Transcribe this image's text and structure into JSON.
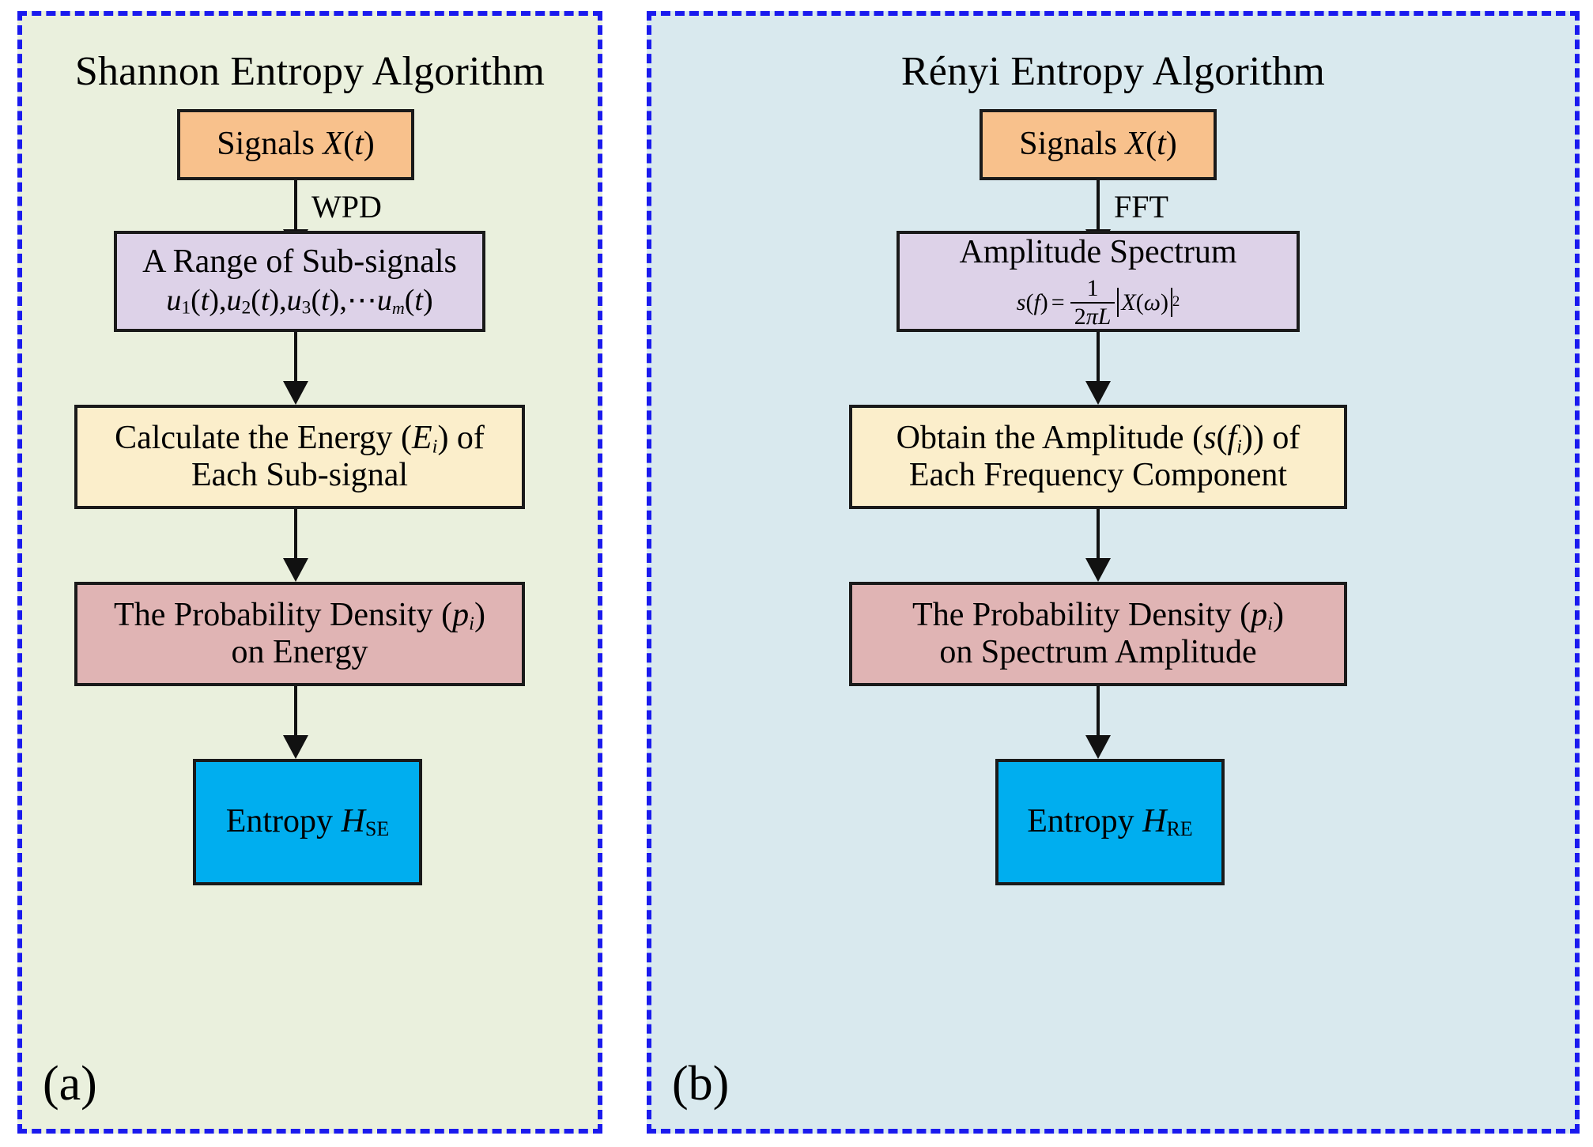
{
  "figure": {
    "type": "flowchart",
    "panels": [
      {
        "tag": "(a)",
        "title": "Shannon Entropy Algorithm",
        "background_color": "#eaf0dd",
        "border_color": "#1a1aee",
        "nodes": [
          {
            "id": "signals",
            "line1": "Signals",
            "math1": "X",
            "math2": "(t)",
            "color": "#f8c18c"
          },
          {
            "id": "subsignals",
            "line1": "A Range of Sub-signals",
            "formula": "u1(t),u2(t),u3(t),⋯um(t)",
            "color": "#ddd2e8"
          },
          {
            "id": "energy",
            "line1": "Calculate the Energy (Ei) of",
            "line2": "Each Sub-signal",
            "color": "#fbeecb"
          },
          {
            "id": "probability",
            "line1": "The Probability Density (pi)",
            "line2": "on Energy",
            "color": "#e0b4b4"
          },
          {
            "id": "entropy",
            "line1": "Entropy",
            "math1": "H",
            "sub": "SE",
            "color": "#00aeef"
          }
        ],
        "edges": [
          {
            "from": "signals",
            "to": "subsignals",
            "label": "WPD"
          },
          {
            "from": "subsignals",
            "to": "energy",
            "label": ""
          },
          {
            "from": "energy",
            "to": "probability",
            "label": ""
          },
          {
            "from": "probability",
            "to": "entropy",
            "label": ""
          }
        ]
      },
      {
        "tag": "(b)",
        "title": "Rényi Entropy Algorithm",
        "background_color": "#d9e9ee",
        "border_color": "#1a1aee",
        "nodes": [
          {
            "id": "signals",
            "line1": "Signals",
            "math1": "X",
            "math2": "(t)",
            "color": "#f8c18c"
          },
          {
            "id": "spectrum",
            "line1": "Amplitude Spectrum",
            "formula": "s(f) = 1/(2πL)|X(ω)|²",
            "color": "#ddd2e8"
          },
          {
            "id": "amplitude",
            "line1": "Obtain the Amplitude (s(fi)) of",
            "line2": "Each Frequency Component",
            "color": "#fbeecb"
          },
          {
            "id": "probability",
            "line1": "The Probability Density (pi)",
            "line2": "on Spectrum Amplitude",
            "color": "#e0b4b4"
          },
          {
            "id": "entropy",
            "line1": "Entropy",
            "math1": "H",
            "sub": "RE",
            "color": "#00aeef"
          }
        ],
        "edges": [
          {
            "from": "signals",
            "to": "spectrum",
            "label": "FFT"
          },
          {
            "from": "spectrum",
            "to": "amplitude",
            "label": ""
          },
          {
            "from": "amplitude",
            "to": "probability",
            "label": ""
          },
          {
            "from": "probability",
            "to": "entropy",
            "label": ""
          }
        ]
      }
    ]
  },
  "panel_a": {
    "title": "Shannon Entropy Algorithm",
    "tag": "(a)",
    "signals": {
      "text": "Signals ",
      "var": "X",
      "paren_open": "(",
      "t": "t",
      "paren_close": ")"
    },
    "subsignals": {
      "line1": "A Range of Sub-signals",
      "u": "u",
      "s1": "1",
      "s2": "2",
      "s3": "3",
      "sm": "m",
      "t": "t",
      "po": "(",
      "pc": ")",
      "comma": ",",
      "dots": "⋯"
    },
    "energy": {
      "line1_pre": "Calculate the Energy (",
      "line1_var": "E",
      "line1_sub": "i",
      "line1_post": ") of",
      "line2": "Each Sub-signal"
    },
    "probability": {
      "line1_pre": "The Probability Density (",
      "line1_var": "p",
      "line1_sub": "i",
      "line1_post": ")",
      "line2": "on Energy"
    },
    "entropy": {
      "text": "Entropy ",
      "var": "H",
      "sub": "SE"
    },
    "edge_label_1": "WPD"
  },
  "panel_b": {
    "title": "Rényi Entropy Algorithm",
    "tag": "(b)",
    "signals": {
      "text": "Signals ",
      "var": "X",
      "paren_open": "(",
      "t": "t",
      "paren_close": ")"
    },
    "spectrum": {
      "line1": "Amplitude Spectrum",
      "s": "s",
      "po": "(",
      "f": "f",
      "pc": ")",
      "eq": "=",
      "num": "1",
      "den_2": "2",
      "den_pi": "π",
      "den_L": "L",
      "X": "X",
      "omega": "ω",
      "sup": "2"
    },
    "amplitude": {
      "line1_pre": "Obtain the Amplitude (",
      "line1_s": "s",
      "line1_po": "(",
      "line1_f": "f",
      "line1_sub": "i",
      "line1_pc": ")",
      "line1_post": ") of",
      "line2": "Each Frequency Component"
    },
    "probability": {
      "line1_pre": "The Probability Density (",
      "line1_var": "p",
      "line1_sub": "i",
      "line1_post": ")",
      "line2": "on Spectrum Amplitude"
    },
    "entropy": {
      "text": "Entropy ",
      "var": "H",
      "sub": "RE"
    },
    "edge_label_1": "FFT"
  },
  "colors": {
    "panel_a_bg": "#eaf0dd",
    "panel_b_bg": "#d9e9ee",
    "dashed_border": "#1a1aee",
    "node_orange": "#f8c18c",
    "node_purple": "#ddd2e8",
    "node_cream": "#fbeecb",
    "node_rose": "#e0b4b4",
    "node_blue": "#00aeef",
    "node_border": "#1a1a1a",
    "arrow": "#111111"
  }
}
